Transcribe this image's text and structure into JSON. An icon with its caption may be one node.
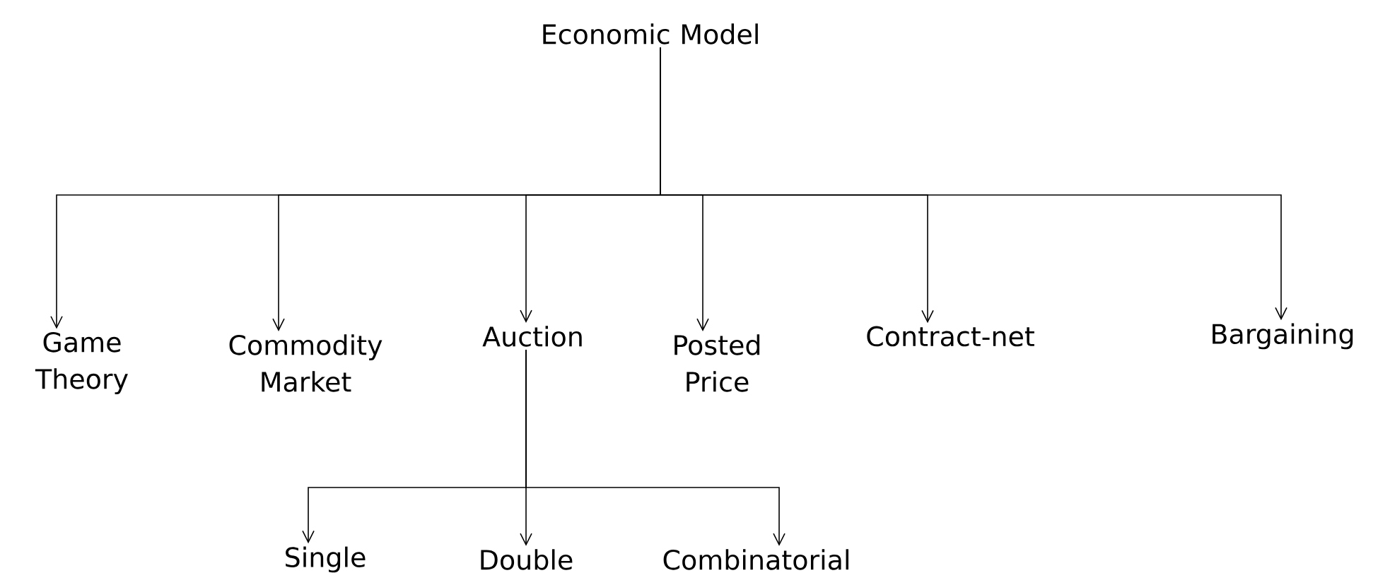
{
  "diagram": {
    "nodes": [
      {
        "text": [
          "Economic Model"
        ]
      },
      {
        "text": [
          "Game Theory"
        ]
      },
      {
        "text": [
          "Commodity Market"
        ]
      },
      {
        "text": [
          "Auction"
        ]
      },
      {
        "text": [
          "Posted Price"
        ]
      },
      {
        "text": [
          "Contract-net"
        ]
      },
      {
        "text": [
          "Bargaining"
        ]
      },
      {
        "text": [
          "Single"
        ]
      },
      {
        "text": [
          "Double"
        ]
      },
      {
        "text": [
          "Combinatorial"
        ]
      }
    ],
    "edges": [
      {
        "from": 0,
        "to": 1,
        "arrow": "to"
      },
      {
        "from": 0,
        "to": 2,
        "arrow": "to"
      },
      {
        "from": 0,
        "to": 3,
        "arrow": "to"
      },
      {
        "from": 0,
        "to": 4,
        "arrow": "to"
      },
      {
        "from": 0,
        "to": 5,
        "arrow": "to"
      },
      {
        "from": 0,
        "to": 6,
        "arrow": "to"
      },
      {
        "from": 3,
        "to": 7,
        "arrow": "to"
      },
      {
        "from": 3,
        "to": 8,
        "arrow": "to"
      },
      {
        "from": 3,
        "to": 9,
        "arrow": "to"
      }
    ]
  }
}
